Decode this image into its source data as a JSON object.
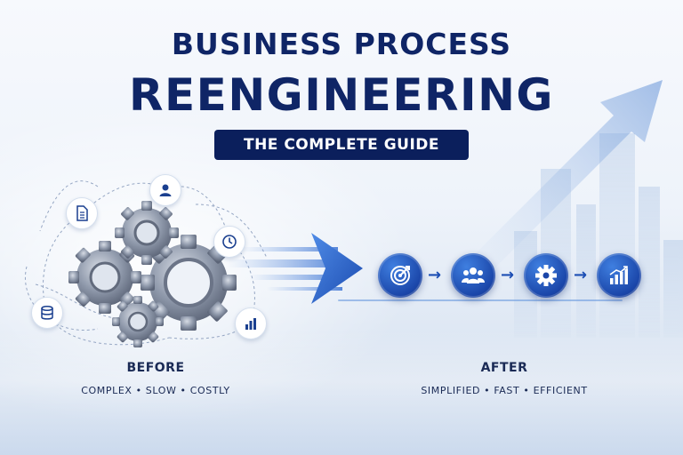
{
  "header": {
    "title_line1": "BUSINESS PROCESS",
    "title_line2": "REENGINEERING",
    "subtitle": "THE COMPLETE GUIDE"
  },
  "before": {
    "label": "BEFORE",
    "descriptor": "COMPLEX • SLOW • COSTLY",
    "icons": [
      "document-icon",
      "user-icon",
      "clock-icon",
      "database-icon",
      "bar-chart-icon"
    ]
  },
  "after": {
    "label": "AFTER",
    "descriptor": "SIMPLIFIED • FAST • EFFICIENT",
    "steps": [
      "target-icon",
      "team-icon",
      "gear-icon",
      "growth-chart-icon"
    ]
  },
  "colors": {
    "title": "#0f2566",
    "badge": "#0b1f5c",
    "accent": "#1d4fb4",
    "gear": "#8a94a6"
  }
}
